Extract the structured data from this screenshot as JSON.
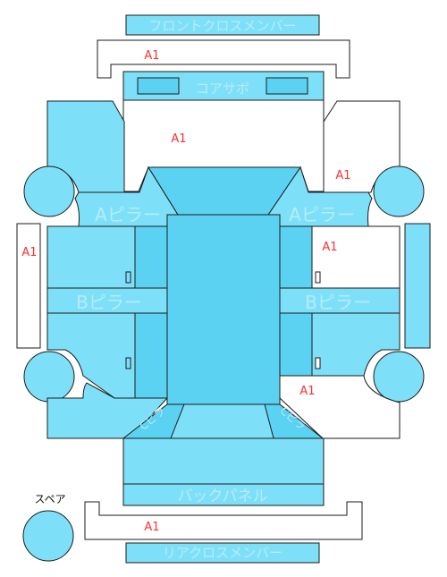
{
  "labels": {
    "front_cross_member": "フロントクロスメンバー",
    "core_support": "コアサポ",
    "a_pillar_left": "Aピラー",
    "a_pillar_right": "Aピラー",
    "b_pillar_left": "Bピラー",
    "b_pillar_right": "Bピラー",
    "back_panel": "バックパネル",
    "rear_cross_member": "リアクロスメンバー",
    "spare": "スペア",
    "pillar_left": "Cピラ",
    "pillar_right": "Cピラ"
  },
  "marks": {
    "front_cross_member": "A1",
    "hood_area": "A1",
    "right_front_fender": "A1",
    "left_side": "A1",
    "right_front_door": "A1",
    "right_rear": "A1",
    "rear_cross_member": "A1"
  },
  "colors": {
    "panel": "#7ee0f8",
    "panel_dark": "#5cd2f2",
    "label": "#b5ecf9",
    "mark": "#ff3030"
  }
}
